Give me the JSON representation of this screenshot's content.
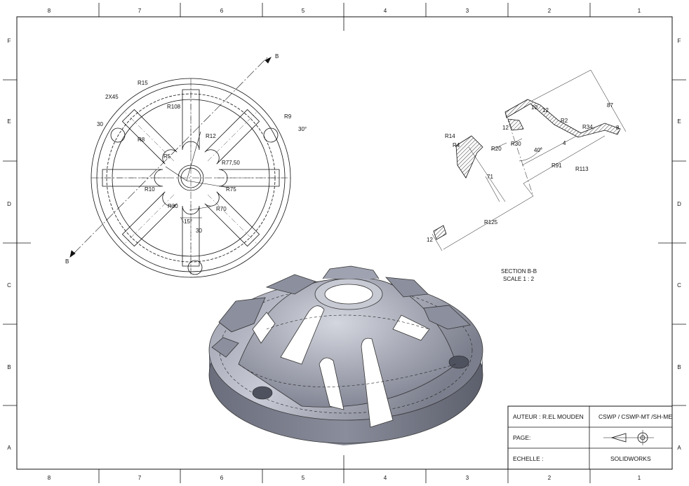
{
  "sheet": {
    "zones_columns": [
      "8",
      "7",
      "6",
      "5",
      "4",
      "3",
      "2",
      "1"
    ],
    "zones_rows": [
      "F",
      "E",
      "D",
      "C",
      "B",
      "A"
    ]
  },
  "front_view": {
    "section_marker": "B",
    "dimensions": {
      "r15": "R15",
      "chamfer": "2X45",
      "r108": "R108",
      "d30_left": "30",
      "r8": "R8",
      "r5": "R5",
      "r12": "R12",
      "r9": "R9",
      "a30": "30°",
      "r77": "R77,50",
      "r10": "R10",
      "r75": "R75",
      "r30": "R30",
      "r70": "R70",
      "a15": "15°",
      "d30_bottom": "30"
    }
  },
  "section_view": {
    "title": "SECTION B-B",
    "scale": "SCALE 1 : 2",
    "dimensions": {
      "r14": "R14",
      "r4": "R4",
      "r20": "R20",
      "r30": "R30",
      "d12a": "12",
      "d10": "10",
      "d12b": "12",
      "r2": "R2",
      "r34": "R34",
      "d4": "4",
      "d8": "8",
      "d87": "87",
      "a40": "40°",
      "r91": "R91",
      "r113": "R113",
      "d71": "71",
      "r125": "R125",
      "d12c": "12"
    }
  },
  "title_block": {
    "author": "AUTEUR :  R.EL MOUDEN",
    "cert": "CSWP / CSWP-MT /SH-ME",
    "page": "PAGE:",
    "scale": "ECHELLE :",
    "software": "SOLIDWORKS"
  }
}
